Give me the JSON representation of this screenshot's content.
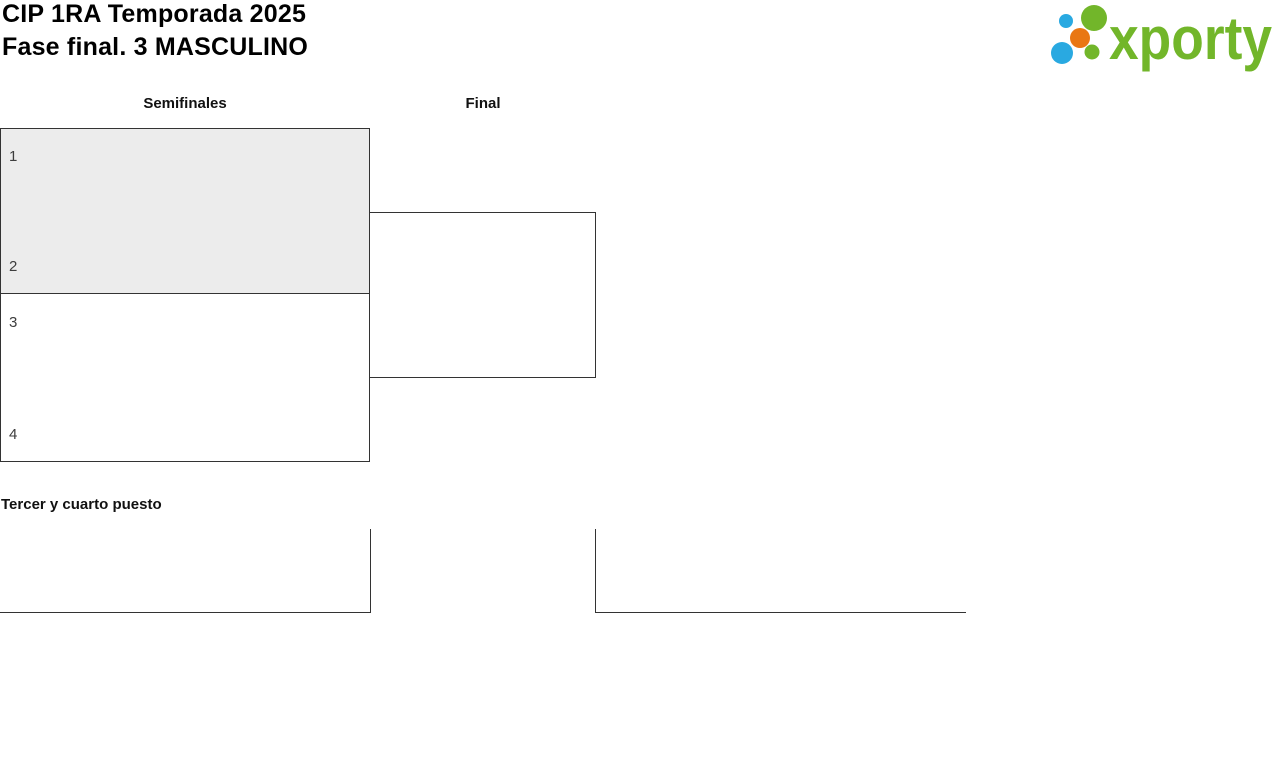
{
  "header": {
    "title": "CIP 1RA Temporada 2025",
    "subtitle": "Fase final. 3 MASCULINO"
  },
  "logo": {
    "brand": "xporty",
    "colors": {
      "green": "#72b62a",
      "blue": "#29a9e1",
      "orange": "#e97713"
    }
  },
  "bracket": {
    "rounds": [
      {
        "label": "Semifinales"
      },
      {
        "label": "Final"
      }
    ],
    "semifinals": [
      {
        "slots": [
          {
            "seed": "1"
          },
          {
            "seed": "2"
          }
        ],
        "highlighted": true
      },
      {
        "slots": [
          {
            "seed": "3"
          },
          {
            "seed": "4"
          }
        ],
        "highlighted": false
      }
    ],
    "final_match": {
      "slots": []
    },
    "third_place": {
      "title": "Tercer y cuarto puesto"
    }
  },
  "colors": {
    "match_border": "#333333",
    "highlight_bg": "#ececec",
    "seed_text": "#3d3d3d"
  }
}
